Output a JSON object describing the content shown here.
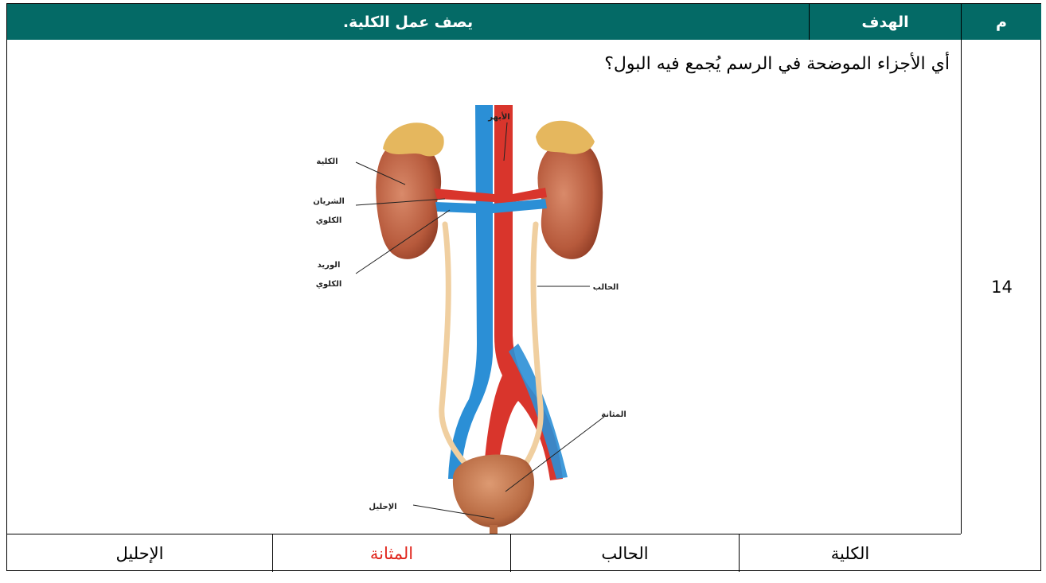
{
  "header": {
    "col_m": "م",
    "col_goal": "الهدف",
    "goal_text": "يصف عمل الكلية."
  },
  "row": {
    "number": "14",
    "question": "أي الأجزاء الموضحة في الرسم يُجمع فيه البول؟"
  },
  "diagram": {
    "labels": {
      "aorta": "الأبهر",
      "kidney": "الكلية",
      "renal_artery_1": "الشريان",
      "renal_artery_2": "الكلوي",
      "renal_vein_1": "الوريد",
      "renal_vein_2": "الكلوي",
      "ureter": "الحالب",
      "bladder": "المثانة",
      "urethra": "الإحليل"
    }
  },
  "answers": [
    {
      "text": "الكلية",
      "color": "#000000"
    },
    {
      "text": "الحالب",
      "color": "#000000"
    },
    {
      "text": "المثانة",
      "color": "#e0241b"
    },
    {
      "text": "الإحليل",
      "color": "#000000"
    }
  ],
  "colors": {
    "header_bg": "#046a66",
    "header_text": "#ffffff",
    "highlight": "#e0241b"
  }
}
